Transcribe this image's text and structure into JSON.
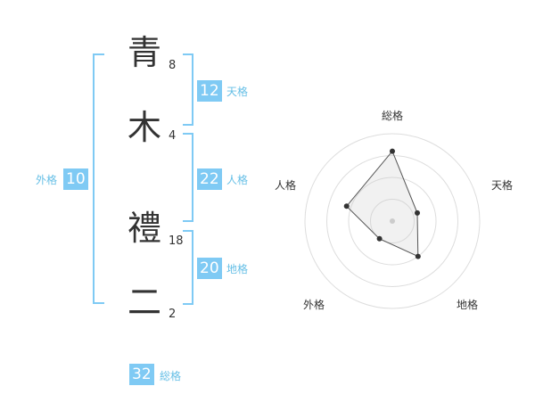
{
  "colors": {
    "accent": "#7fcaf4",
    "label": "#66bfe6",
    "text": "#333333"
  },
  "name": {
    "characters": [
      {
        "char": "青",
        "strokes": "8"
      },
      {
        "char": "木",
        "strokes": "4"
      },
      {
        "char": "禮",
        "strokes": "18"
      },
      {
        "char": "二",
        "strokes": "2"
      }
    ]
  },
  "fortune": {
    "tenkaku": {
      "value": "12",
      "label": "天格"
    },
    "jinkaku": {
      "value": "22",
      "label": "人格"
    },
    "chikaku": {
      "value": "20",
      "label": "地格"
    },
    "gaikaku": {
      "value": "10",
      "label": "外格"
    },
    "soukaku": {
      "value": "32",
      "label": "総格"
    }
  },
  "chart_data": {
    "type": "radar",
    "axes": [
      "総格",
      "天格",
      "地格",
      "外格",
      "人格"
    ],
    "values": [
      32,
      12,
      20,
      10,
      22
    ],
    "rmax": 40,
    "rings": 4
  }
}
